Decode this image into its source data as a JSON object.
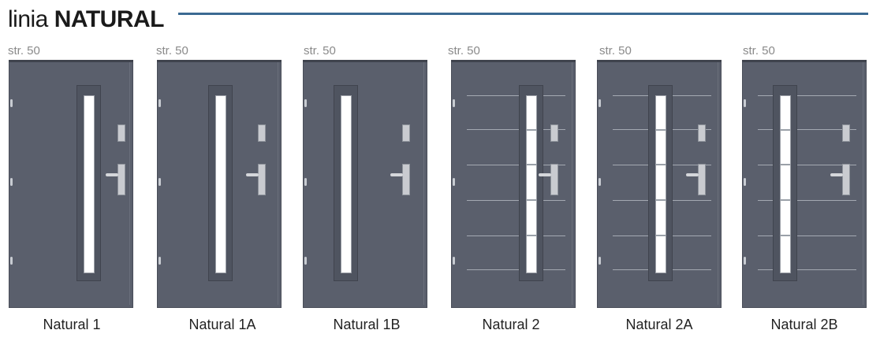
{
  "header": {
    "title_light": "linia",
    "title_bold": "NATURAL"
  },
  "doors": [
    {
      "page": "str. 50",
      "name": "Natural 1",
      "style": "plain"
    },
    {
      "page": "str. 50",
      "name": "Natural 1A",
      "style": "plain"
    },
    {
      "page": "str. 50",
      "name": "Natural 1B",
      "style": "plain"
    },
    {
      "page": "str. 50",
      "name": "Natural 2",
      "style": "stripes"
    },
    {
      "page": "str. 50",
      "name": "Natural 2A",
      "style": "stripes"
    },
    {
      "page": "str. 50",
      "name": "Natural 2B",
      "style": "stripes"
    }
  ],
  "colors": {
    "door": "#5a5f6c",
    "accent": "#3b6a92"
  }
}
